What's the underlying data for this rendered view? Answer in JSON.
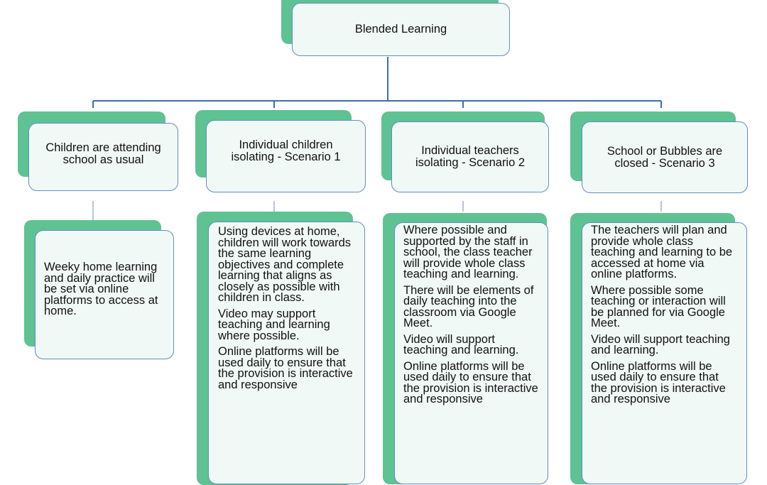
{
  "diagram": {
    "root": {
      "label": "Blended Learning"
    },
    "branches": [
      {
        "header": "Children are attending school as usual",
        "details": [
          "Weeky home learning and daily practice will be set via online platforms to access at home."
        ]
      },
      {
        "header": "Individual children isolating - Scenario 1",
        "details": [
          "Using devices at home, children will work towards the same learning objectives and complete learning that aligns as closely as possible with children in class.",
          "Video may support teaching and learning where possible.",
          "Online platforms will be used daily to ensure that the provision is interactive and responsive"
        ]
      },
      {
        "header": "Individual teachers isolating - Scenario 2",
        "details": [
          "Where possible and supported by the staff in school, the class teacher will provide whole class teaching and learning.",
          "There will be elements of daily teaching into the classroom via Google Meet.",
          "Video will support teaching and learning.",
          "Online platforms will be used daily to ensure that the provision is interactive and responsive"
        ]
      },
      {
        "header": "School or Bubbles are closed - Scenario 3",
        "details": [
          "The teachers will plan and provide whole class teaching and learning to be accessed at home via online platforms.",
          "Where possible some teaching or interaction will be planned for via Google Meet.",
          "Video will support teaching and learning.",
          "Online platforms will be used daily to ensure that the provision is interactive and responsive"
        ]
      }
    ],
    "colors": {
      "accent_green": "#5ec292",
      "box_fill": "#f1f9f7",
      "border_blue": "#5f8ec2",
      "connector": "#3c6fa6"
    }
  }
}
